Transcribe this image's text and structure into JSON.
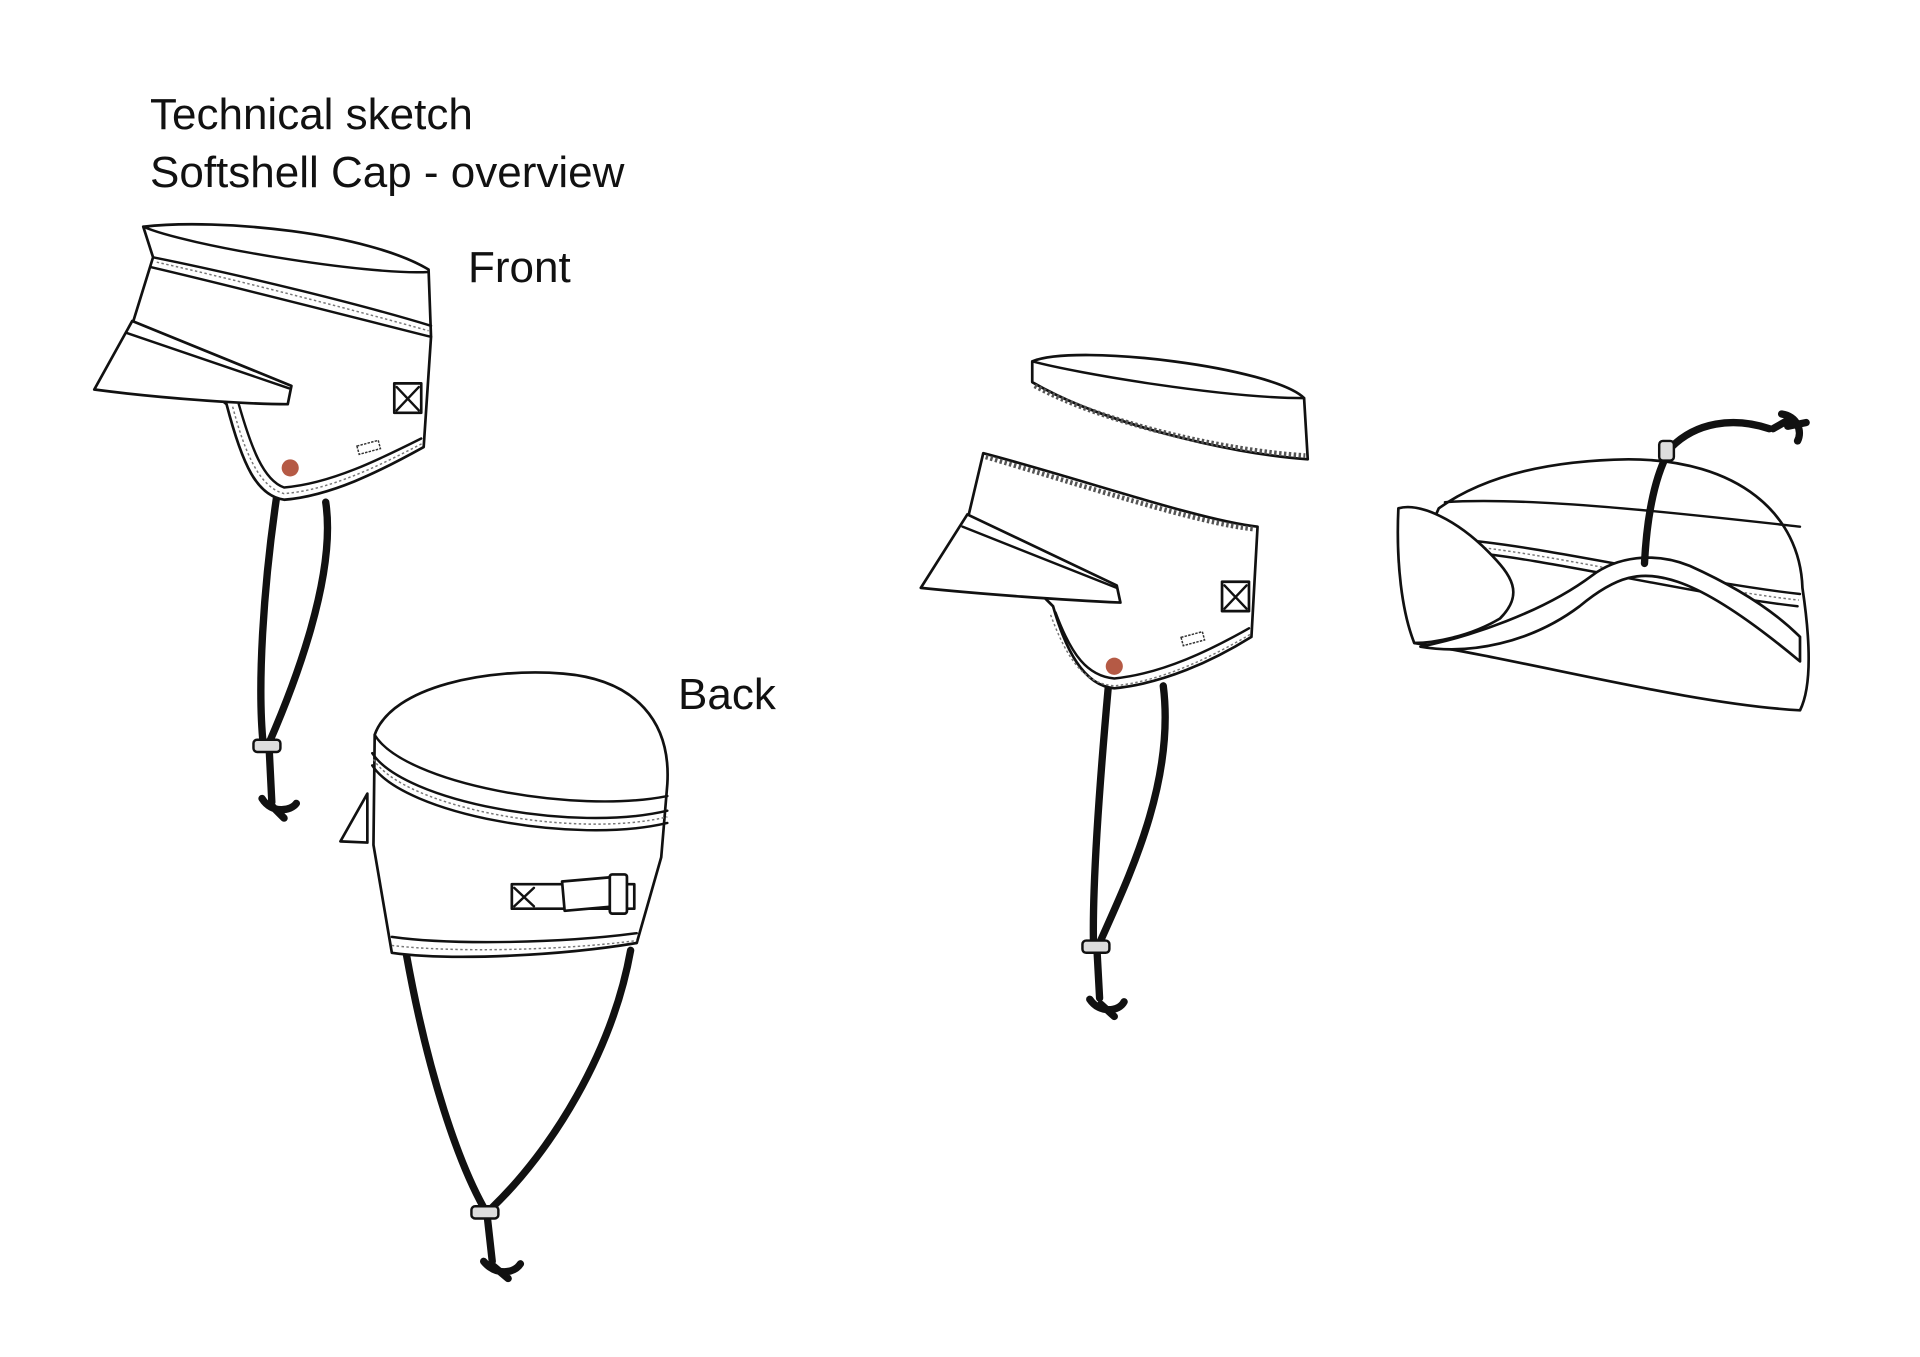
{
  "title": {
    "line1": "Technical sketch",
    "line2": "Softshell Cap  - overview"
  },
  "views": {
    "front_label": "Front",
    "back_label": "Back"
  },
  "colors": {
    "line": "#111111",
    "logo_badge": "#b55a45"
  }
}
